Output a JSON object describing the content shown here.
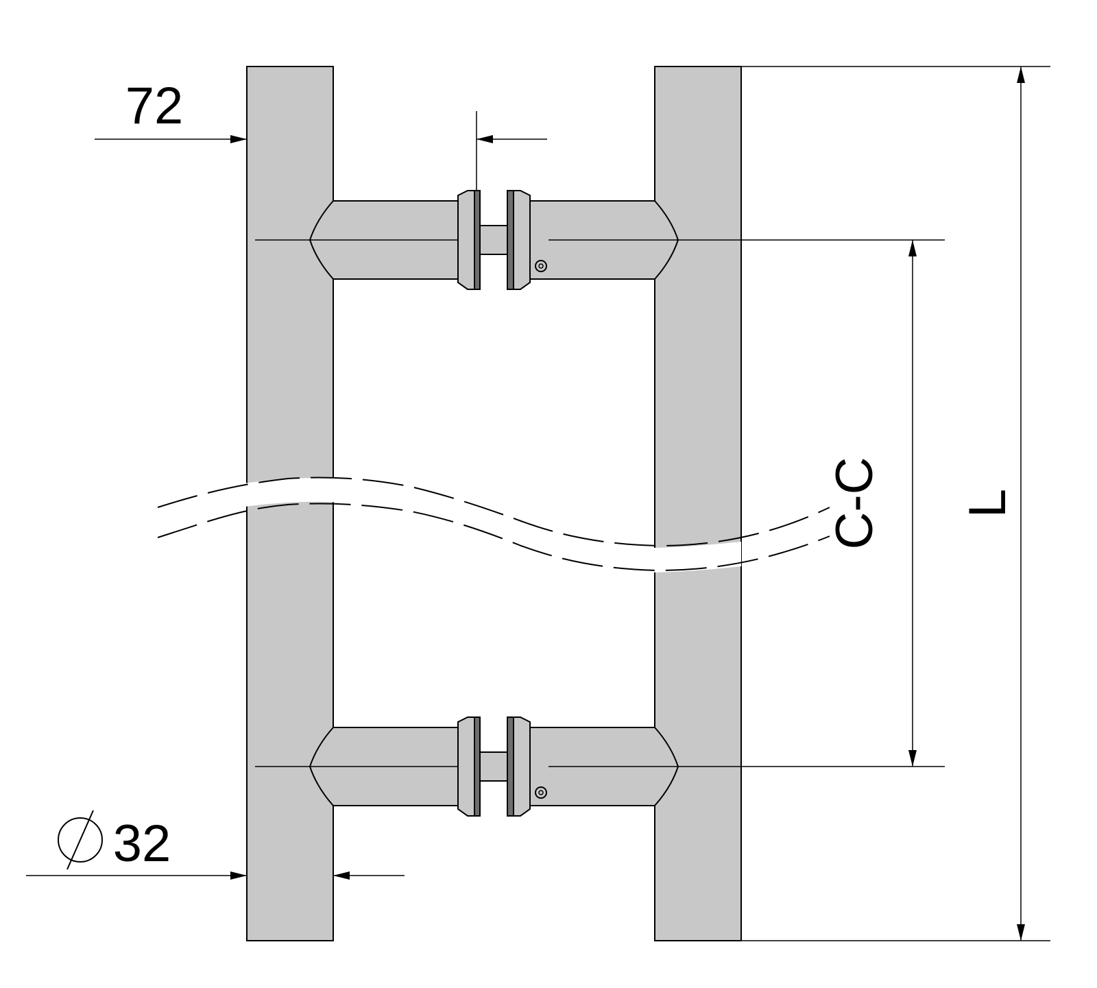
{
  "dimensions": {
    "offset_label": "72",
    "diameter_label": "32",
    "center_to_center_label": "C-C",
    "length_label": "L"
  },
  "colors": {
    "bar_fill": "#c8c8c8",
    "outline": "#000000",
    "background": "#ffffff"
  }
}
